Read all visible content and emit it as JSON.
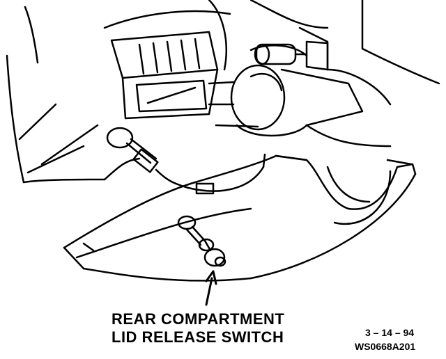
{
  "callout": {
    "line1": "REAR COMPARTMENT",
    "line2": "LID RELEASE SWITCH"
  },
  "figure_date": "3 – 14 – 94",
  "figure_code": "WS0668A201"
}
